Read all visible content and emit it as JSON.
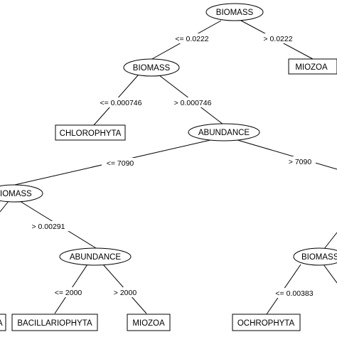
{
  "colors": {
    "background": "#ffffff",
    "stroke": "#000000",
    "text": "#000000"
  },
  "tree": {
    "decision_nodes": {
      "root": "BIOMASS",
      "n_biomass_2": "BIOMASS",
      "n_abundance_1": "ABUNDANCE",
      "n_biomass_left": "IOMASS",
      "n_abundance_2": "ABUNDANCE",
      "n_biomass_right": "BIOMASS"
    },
    "leaves": {
      "miozoa_1": "MIOZOA",
      "chlorophyta": "CHLOROPHYTA",
      "bacillariophyta": "BACILLARIOPHYTA",
      "miozoa_2": "MIOZOA",
      "ochrophyta": "OCHROPHYTA",
      "leaf_cut_left": "A"
    },
    "edge_labels": {
      "e1": "<= 0.0222",
      "e2": "> 0.0222",
      "e3": "<= 0.000746",
      "e4": "> 0.000746",
      "e5": "<= 7090",
      "e6": "> 7090",
      "e7": "> 0.00291",
      "e8": "<= 2000",
      "e9": "> 2000",
      "e10": "<= 0.00383"
    }
  }
}
